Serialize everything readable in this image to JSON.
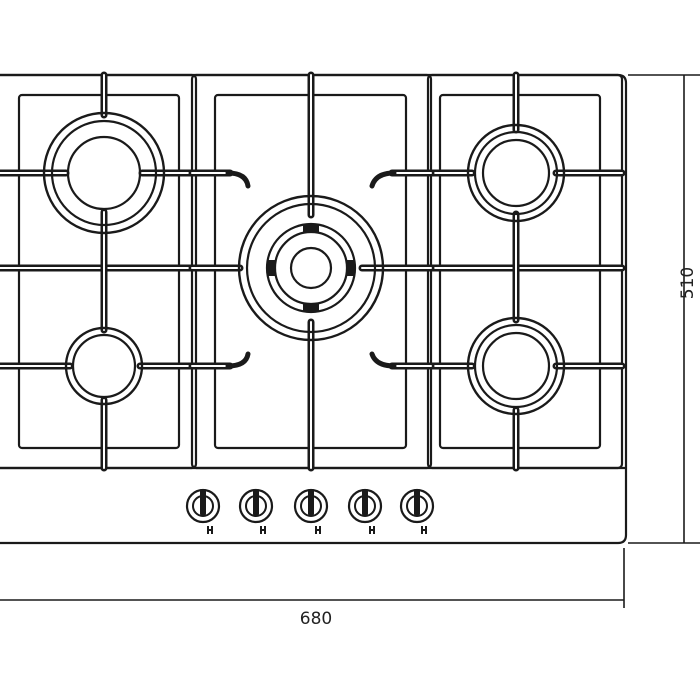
{
  "dimensions": {
    "width_label": "680",
    "depth_label": "510"
  },
  "hob": {
    "zone_count": 3,
    "burners": [
      {
        "id": "top-left",
        "size": "large"
      },
      {
        "id": "bottom-left",
        "size": "small"
      },
      {
        "id": "center",
        "size": "wok"
      },
      {
        "id": "top-right",
        "size": "medium"
      },
      {
        "id": "bottom-right",
        "size": "medium"
      }
    ],
    "knob_count": 5
  },
  "colors": {
    "line": "#1a1a1a",
    "background": "#ffffff"
  }
}
